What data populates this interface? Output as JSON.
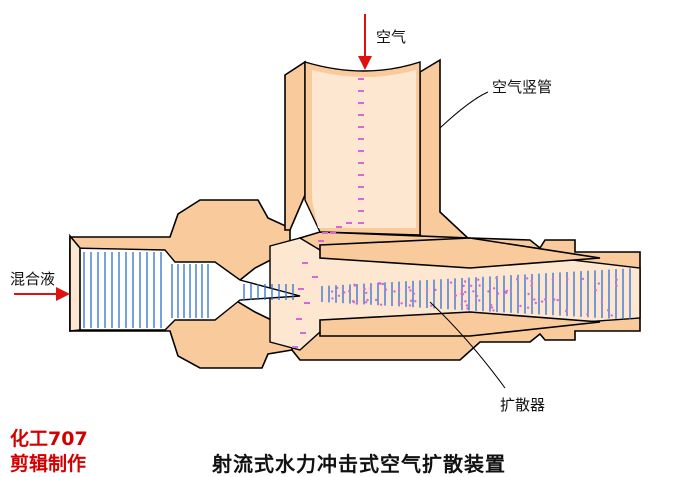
{
  "labels": {
    "air_inlet": "空气",
    "air_riser": "空气竖管",
    "mixed_liquid": "混合液",
    "diffuser": "扩散器"
  },
  "brand": {
    "line1": "化工707",
    "line2": "剪辑制作"
  },
  "caption": "射流式水力冲击式空气扩散装置",
  "colors": {
    "body_fill": "#f9cb9c",
    "bore_fill": "#fde7d1",
    "water_lines": "#2d6fd6",
    "air_bubbles": "#d36ad6",
    "arrow": "#e01010",
    "brand": "#d40000"
  }
}
